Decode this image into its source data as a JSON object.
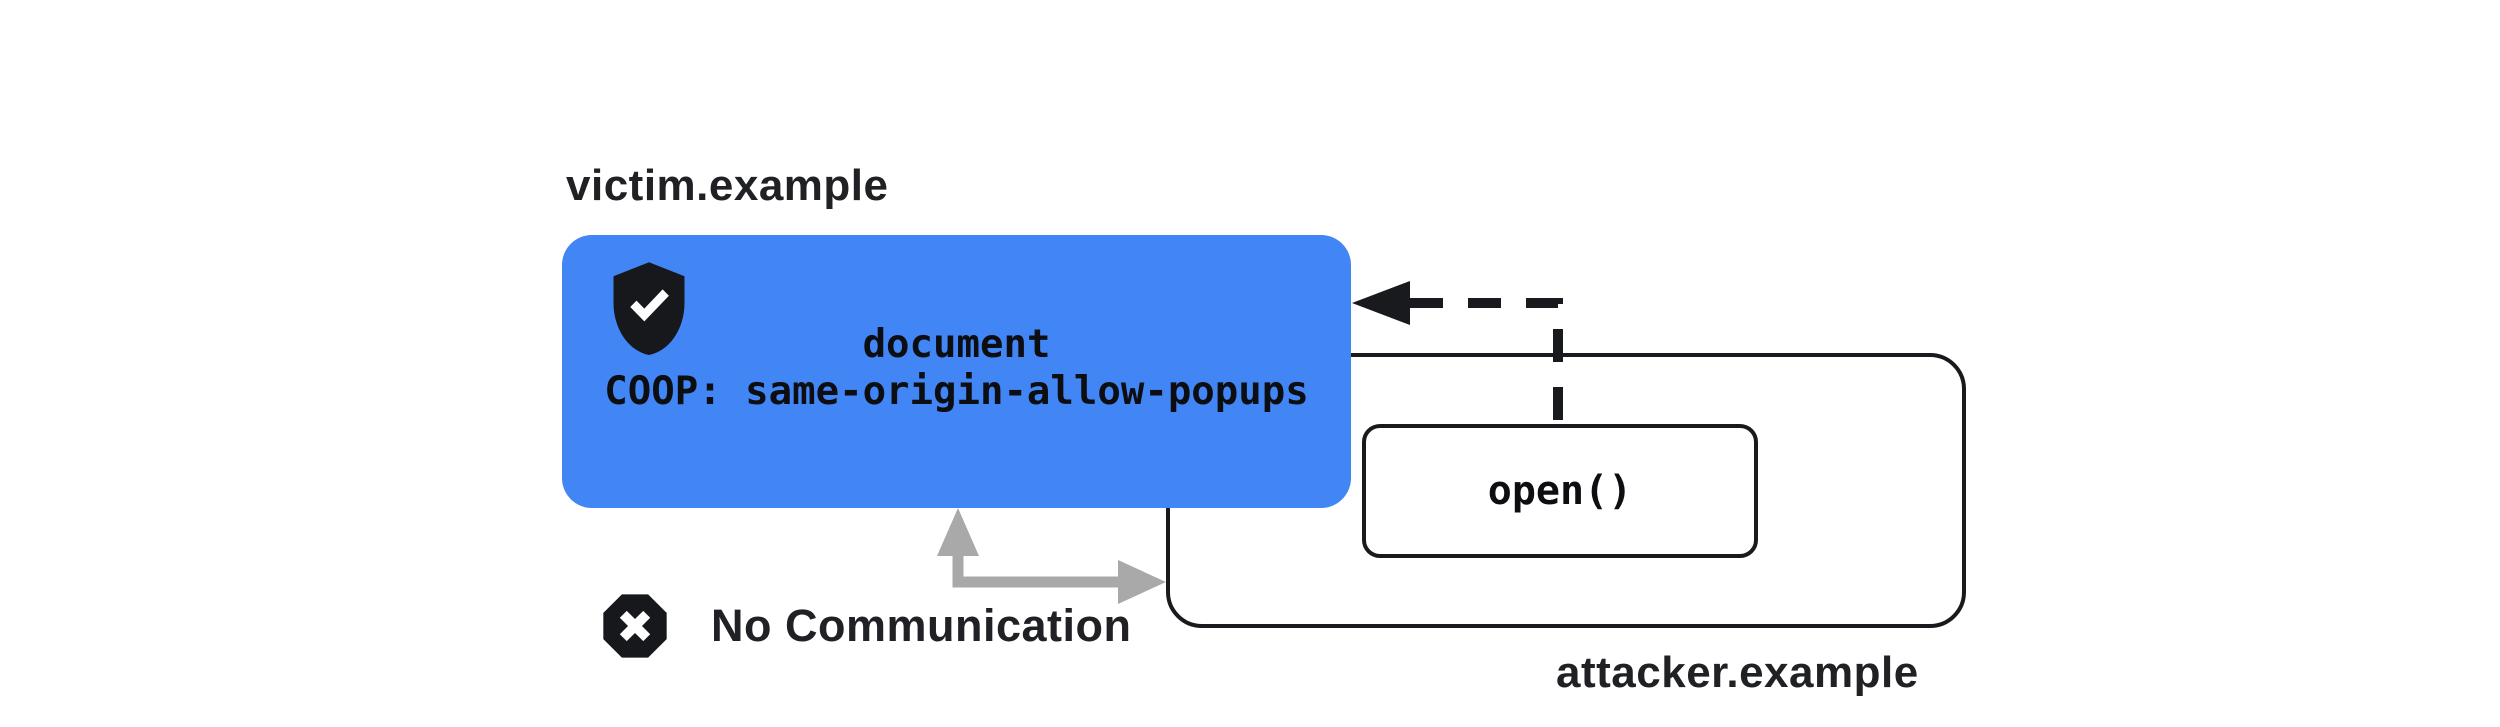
{
  "victim": {
    "label": "victim.example",
    "box_title": "document",
    "coop_header": "COOP: same-origin-allow-popups"
  },
  "attacker": {
    "label": "attacker.example",
    "open_call": "open()"
  },
  "no_communication": {
    "label": "No Communication"
  },
  "icons": {
    "victim_badge": "shield-check-icon",
    "blocked_badge": "octagon-x-icon",
    "opener_arrow": "dashed-left-arrow-icon",
    "blocked_arrow": "gray-elbow-arrow-icon"
  },
  "colors": {
    "background": "#FFFFFF",
    "victim_fill": "#4285F4",
    "line_dark": "#191A1E",
    "icon_dark": "#17181C",
    "arrow_gray": "#A9A9A9",
    "text_dark": "#202124",
    "text_on_blue": "#0D0E12"
  }
}
